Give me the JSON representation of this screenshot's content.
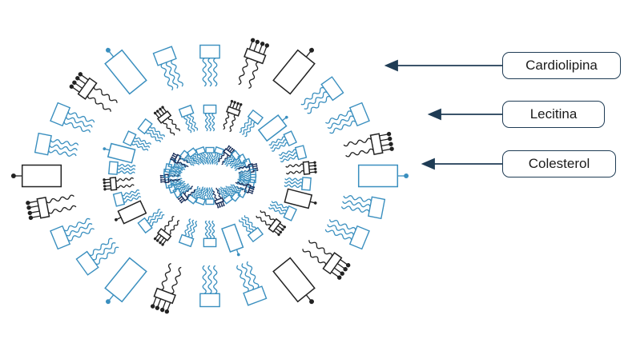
{
  "labels": {
    "cardiolipina": "Cardiolipina",
    "lecitina": "Lecitina",
    "colesterol": "Colesterol"
  },
  "colors": {
    "black_lipid": "#222222",
    "blue_lipid": "#3a8fbf",
    "arrow": "#1f3c55",
    "dark_head": "#1a2f5a"
  },
  "icons": {
    "cardiolipin": "four-headed black lipid",
    "lecithin": "black rectangle with headgroup",
    "cholesterol": "blue rectangle with wavy chains"
  }
}
